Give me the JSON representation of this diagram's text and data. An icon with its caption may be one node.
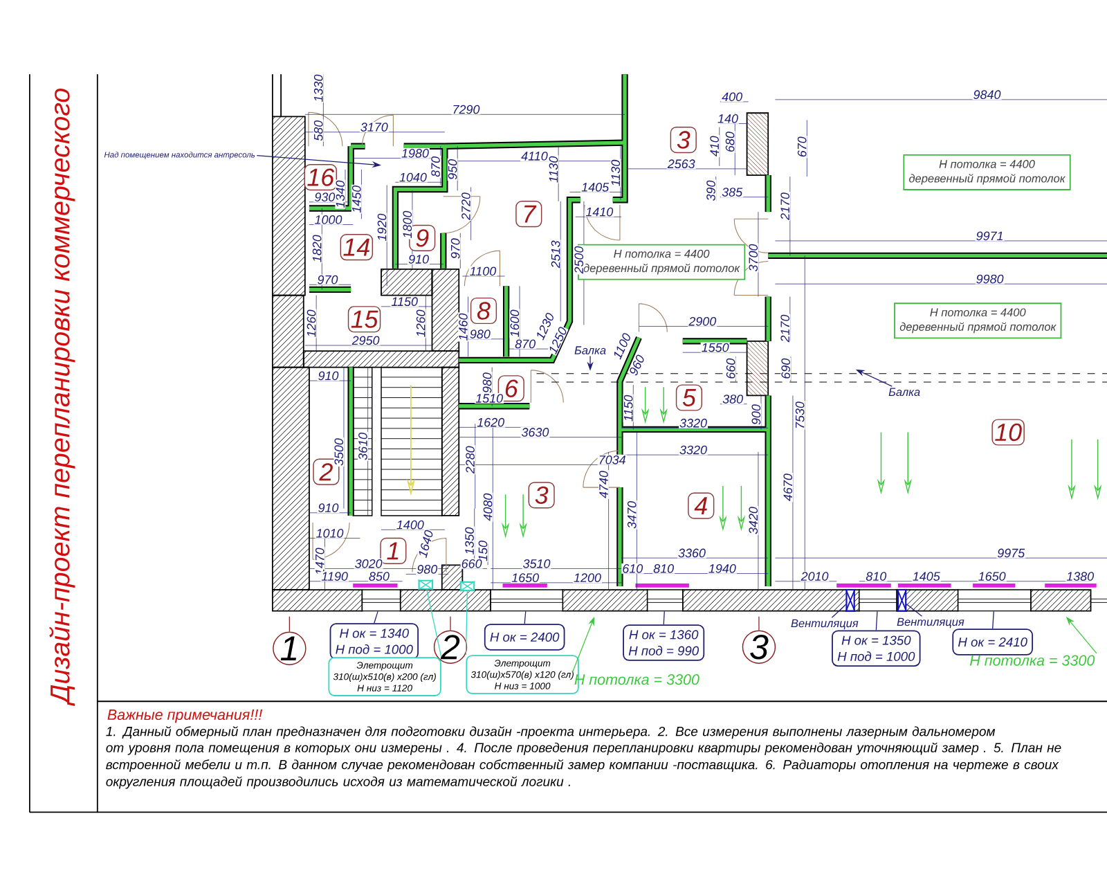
{
  "diagram": {
    "title": "Дизайн-проект перепланировки коммерческого",
    "nodes": [
      {
        "text": [
          "Над помещением находится антресоль"
        ]
      },
      {
        "text": [
          "3"
        ]
      },
      {
        "text": [
          "Н потолка = 4400",
          "деревенный прямой потолок"
        ]
      },
      {
        "text": [
          "16"
        ]
      },
      {
        "text": [
          "7"
        ]
      },
      {
        "text": [
          "9"
        ]
      },
      {
        "text": [
          "14"
        ]
      },
      {
        "text": [
          "Н потолка = 4400",
          "деревенный прямой потолок"
        ]
      },
      {
        "text": [
          "8"
        ]
      },
      {
        "text": [
          "15"
        ]
      },
      {
        "text": [
          "Н потолка = 4400",
          "деревенный прямой потолок"
        ]
      },
      {
        "text": [
          "Балка"
        ]
      },
      {
        "text": [
          "6"
        ]
      },
      {
        "text": [
          "5"
        ]
      },
      {
        "text": [
          "Балка"
        ]
      },
      {
        "text": [
          "10"
        ]
      },
      {
        "text": [
          "2"
        ]
      },
      {
        "text": [
          "3"
        ]
      },
      {
        "text": [
          "4"
        ]
      },
      {
        "text": [
          "1"
        ]
      },
      {
        "text": [],
        "shape": "box"
      },
      {
        "text": [],
        "shape": "box"
      },
      {
        "text": [
          "Вентиляция"
        ]
      },
      {
        "text": [
          "Вентиляция"
        ]
      },
      {
        "text": [
          "Н ок = 1340",
          "Н под = 1000"
        ]
      },
      {
        "text": [
          "Н ок = 2400"
        ]
      },
      {
        "text": [
          "Н ок = 1360",
          "Н под = 990"
        ]
      },
      {
        "text": [
          "Н ок = 1350",
          "Н под = 1000"
        ]
      },
      {
        "text": [
          "Н ок = 2410"
        ]
      },
      {
        "text": [
          "1"
        ]
      },
      {
        "text": [
          "2"
        ]
      },
      {
        "text": [
          "3"
        ]
      },
      {
        "text": [
          "Н потолка = 3300"
        ]
      },
      {
        "text": [
          "Элетрощит",
          "310(ш)х510(в) х200 (гл)",
          "Н низ = 1120"
        ]
      },
      {
        "text": [
          "Элетрощит",
          "310(ш)х570(в) х120 (гл)",
          "Н низ = 1000"
        ]
      },
      {
        "text": [
          "Н потолка = 3300"
        ]
      },
      {
        "text": [],
        "shape": "window"
      },
      {
        "text": [],
        "shape": "window"
      },
      {
        "text": [],
        "shape": "window"
      },
      {
        "text": [],
        "shape": "vent"
      },
      {
        "text": [],
        "shape": "window"
      },
      {
        "text": [],
        "shape": "vent"
      },
      {
        "text": [],
        "shape": "window"
      }
    ],
    "edges": [
      {
        "from": 0,
        "to": null,
        "arrow": "to"
      },
      {
        "from": 11,
        "to": null,
        "arrow": "to"
      },
      {
        "from": 14,
        "to": null,
        "arrow": "to"
      },
      {
        "from": 22,
        "to": 39,
        "arrow": "none"
      },
      {
        "from": 23,
        "to": 41,
        "arrow": "none"
      },
      {
        "from": 24,
        "to": 36,
        "arrow": "none"
      },
      {
        "from": 25,
        "to": 37,
        "arrow": "none"
      },
      {
        "from": 26,
        "to": 38,
        "arrow": "none"
      },
      {
        "from": 27,
        "to": 40,
        "arrow": "none"
      },
      {
        "from": 28,
        "to": 42,
        "arrow": "none"
      },
      {
        "from": 29,
        "to": null,
        "arrow": "none",
        "color": "#8b2020"
      },
      {
        "from": 30,
        "to": null,
        "arrow": "none",
        "color": "#8b2020"
      },
      {
        "from": 31,
        "to": null,
        "arrow": "none",
        "color": "#8b2020"
      },
      {
        "from": 33,
        "to": 20,
        "arrow": "none",
        "color": "#30d8c0"
      },
      {
        "from": 34,
        "to": 21,
        "arrow": "none",
        "color": "#30d8c0"
      },
      {
        "from": 32,
        "to": null,
        "arrow": "to",
        "color": "#3cc83c"
      },
      {
        "from": 35,
        "to": null,
        "arrow": "to",
        "color": "#3cc83c"
      }
    ],
    "labels": [
      "1330",
      "400",
      "9840",
      "7290",
      "140",
      "580",
      "3170",
      "410",
      "680",
      "670",
      "1980",
      "4110",
      "870",
      "2563",
      "950",
      "1130",
      "1130",
      "1340",
      "1450",
      "1040",
      "1405",
      "390",
      "385",
      "930",
      "2720",
      "2170",
      "1410",
      "1000",
      "1920",
      "1800",
      "9971",
      "1820",
      "910",
      "970",
      "2513",
      "2500",
      "3700",
      "1100",
      "970",
      "9980",
      "1150",
      "1260",
      "1260",
      "1460",
      "1600",
      "1230",
      "2900",
      "2170",
      "980",
      "2950",
      "870",
      "1250",
      "1100",
      "1550",
      "960",
      "660",
      "690",
      "910",
      "980",
      "1510",
      "380",
      "1150",
      "900",
      "7530",
      "1620",
      "3320",
      "3630",
      "3500",
      "3610",
      "3320",
      "2280",
      "7034",
      "4740",
      "4670",
      "910",
      "4080",
      "1400",
      "3470",
      "3420",
      "1010",
      "1640",
      "1350",
      "150",
      "3360",
      "9975",
      "1470",
      "3020",
      "660",
      "3510",
      "980",
      "610",
      "810",
      "1940",
      "1190",
      "850",
      "1650",
      "1200",
      "2010",
      "810",
      "1405",
      "1650",
      "1380",
      "Важные примечания!!!",
      "1. Данный обмерный план предназначен для подготовки дизайн -проекта интерьера. 2. Все измерения выполнены лазерным дальномером",
      "от уровня пола помещения в которых они измерены . 4. После проведения перепланировки квартиры рекомендован уточняющий замер . 5. План не",
      "встроенной мебели и т.п. В данном случае рекомендован собственный замер компании -поставщика. 6. Радиаторы отопления на чертеже в своих",
      "округления площадей производились исходя из математической логики ."
    ]
  }
}
